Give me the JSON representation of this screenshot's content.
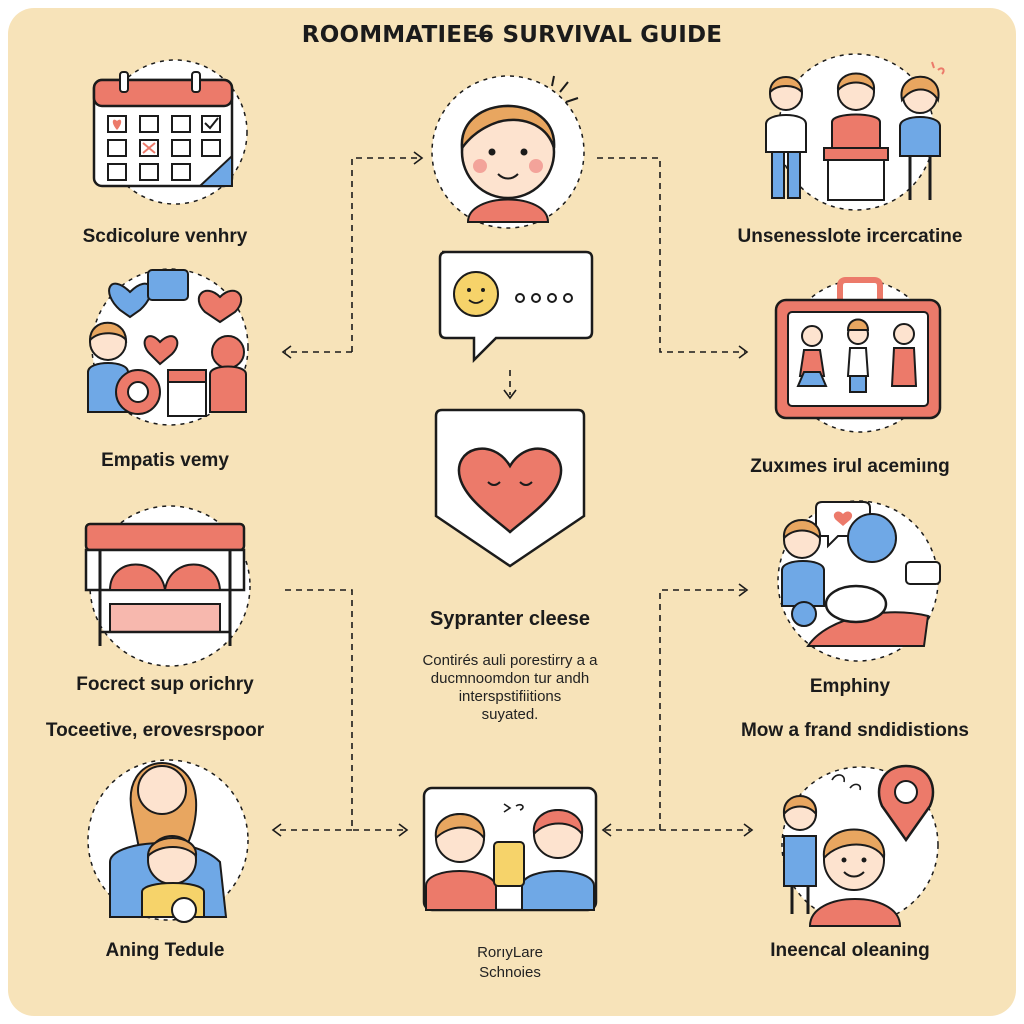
{
  "title": "ROOMMATIEE6̶ SURVIVAL GUIDE",
  "left_column": [
    {
      "label": "Scdicolure venhry",
      "icon": "calendar-icon"
    },
    {
      "label": "Empatis vemy",
      "icon": "empathy-people-icon"
    },
    {
      "label": "Focrect sup orichry",
      "icon": "bed-icon"
    },
    {
      "label": "Toceetive, erovesrspoor",
      "icon": ""
    },
    {
      "label": "Aning Tedule",
      "icon": "parent-child-icon"
    }
  ],
  "right_column": [
    {
      "label": "Unsenesslote ircercatine",
      "icon": "group-people-icon"
    },
    {
      "label": "Zuxımes irul acemiıng",
      "icon": "frame-people-icon"
    },
    {
      "label": "Emphiny",
      "icon": "chat-people-icon"
    },
    {
      "label": "Mow a frand sndidistions",
      "icon": ""
    },
    {
      "label": "Ineencal oleaning",
      "icon": "location-pin-icon"
    }
  ],
  "center": {
    "label": "Sypranter cleese",
    "description": [
      "Contirés auli porestirry a a",
      "ducmnoomdon tur andh",
      "interspstifiitions",
      "suyated."
    ],
    "bottom_caption": [
      "RorıyLare",
      "Schnoies"
    ]
  },
  "colors": {
    "background": "#f7e3b9",
    "accent_red": "#ec7a6a",
    "accent_blue": "#6fa8e6",
    "outline": "#1b1b1b",
    "skin": "#fde3cf",
    "hair": "#e8a660"
  }
}
